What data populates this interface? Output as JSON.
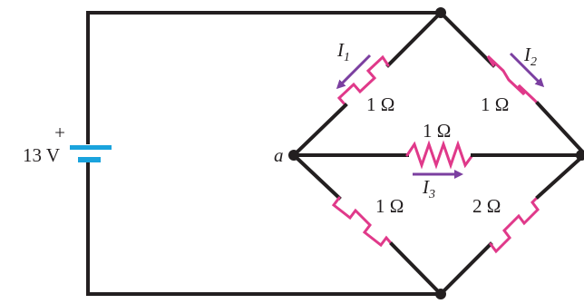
{
  "battery": {
    "voltage_label": "13 V",
    "plus_sign": "+",
    "color": "#1aa3dd"
  },
  "node_a": {
    "label": "a"
  },
  "resistors": {
    "top_left": {
      "label": "1 Ω"
    },
    "top_right": {
      "label": "1 Ω"
    },
    "middle": {
      "label": "1 Ω"
    },
    "bottom_left": {
      "label": "1 Ω"
    },
    "bottom_right": {
      "label": "2 Ω"
    }
  },
  "currents": {
    "i1": {
      "symbol": "I",
      "subscript": "1"
    },
    "i2": {
      "symbol": "I",
      "subscript": "2"
    },
    "i3": {
      "symbol": "I",
      "subscript": "3"
    }
  },
  "colors": {
    "wire": "#231f20",
    "resistor": "#e0398a",
    "current_arrow": "#7b3fa0"
  }
}
